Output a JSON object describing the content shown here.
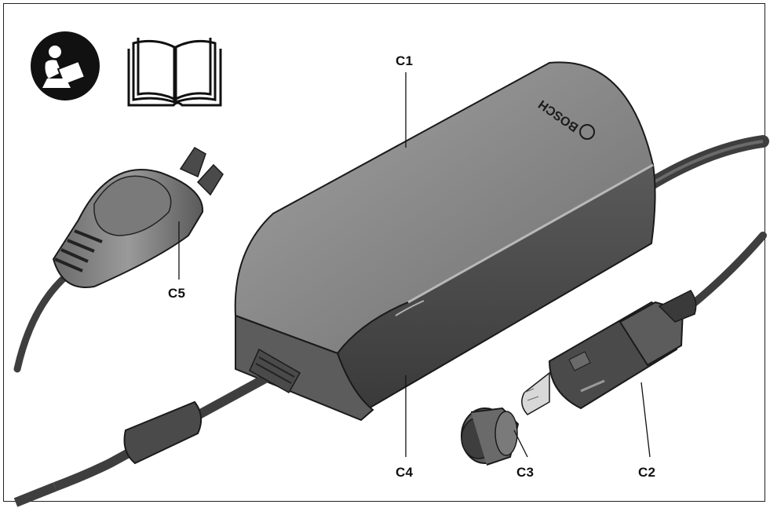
{
  "figure": {
    "brand_logo_text": "BOSCH",
    "callouts": {
      "c1": "C1",
      "c2": "C2",
      "c3": "C3",
      "c4": "C4",
      "c5": "C5"
    },
    "icons": [
      "read-manual-person-icon",
      "open-book-icon"
    ],
    "colors": {
      "body_top": "#8a8a8a",
      "body_side": "#4c4c4c",
      "cable": "#3e3e3e",
      "stroke": "#1a1a1a"
    }
  }
}
